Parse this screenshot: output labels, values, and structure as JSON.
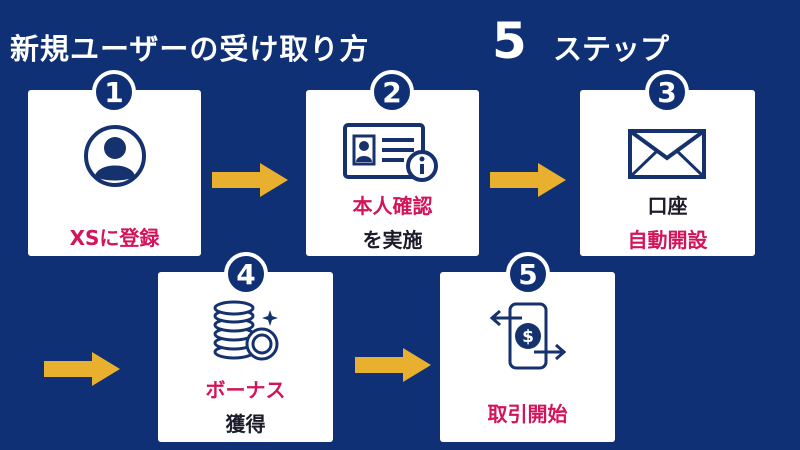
{
  "header": {
    "title": "新規ユーザーの受け取り方",
    "steps_number": "5",
    "steps_label": "ステップ"
  },
  "colors": {
    "background": "#0f3075",
    "card": "#ffffff",
    "accent_pink": "#d4145a",
    "arrow": "#e8b02e",
    "icon_navy": "#16326e"
  },
  "steps": [
    {
      "number": "1",
      "icon": "user-icon",
      "line1": "XSに登録",
      "line2": ""
    },
    {
      "number": "2",
      "icon": "id-card-icon",
      "line1": "本人確認",
      "line2": "を実施"
    },
    {
      "number": "3",
      "icon": "envelope-icon",
      "line1": "口座",
      "line2": "自動開設"
    },
    {
      "number": "4",
      "icon": "coins-icon",
      "line1": "ボーナス",
      "line2": "獲得"
    },
    {
      "number": "5",
      "icon": "exchange-dollar-icon",
      "line1": "取引開始",
      "line2": ""
    }
  ]
}
